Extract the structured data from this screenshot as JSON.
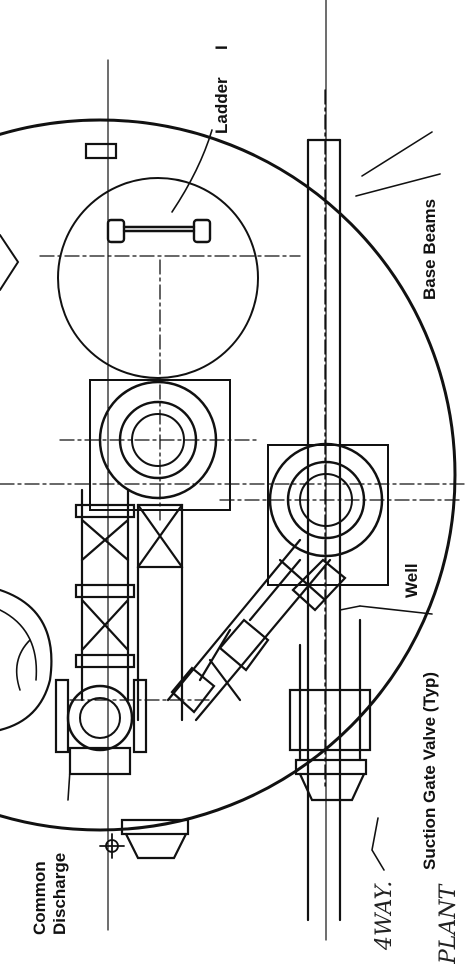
{
  "labels": {
    "ladder": "Ladder",
    "ladder_mark": "I",
    "base_beams": "Base Beams",
    "well": "Well",
    "suction_gate_valve": "Suction Gate Valve (Typ)",
    "common": "Common",
    "discharge": "Discharge"
  },
  "handwriting": {
    "note1": "4WAY.",
    "note2": "PLANT"
  }
}
